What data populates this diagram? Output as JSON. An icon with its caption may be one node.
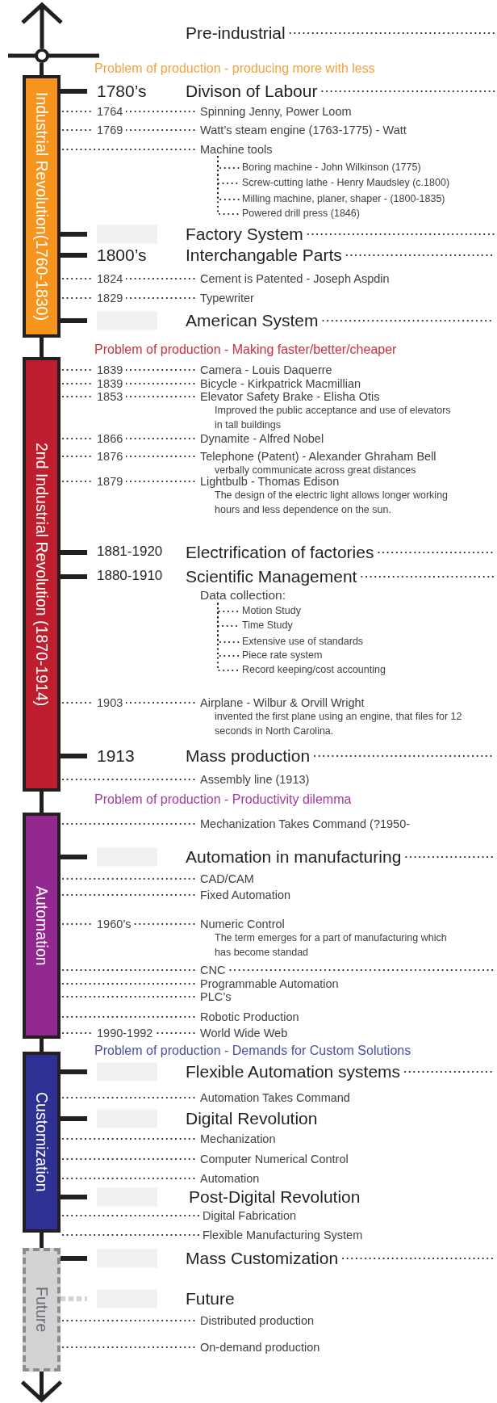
{
  "diagram": {
    "nodes": [
      {
        "text": [
          "Pre-industrial"
        ]
      },
      {
        "text": [],
        "shape": "circle"
      },
      {
        "text": [
          "Industrial Revolution(1760-1830)"
        ]
      },
      {
        "text": [
          "1780’s",
          "Divison of Labour"
        ]
      },
      {
        "text": [
          "Spinning Jenny, Power Loom"
        ]
      },
      {
        "text": [
          "Watt’s steam engine (1763-1775) - Watt"
        ]
      },
      {
        "text": [
          "Machine tools"
        ]
      },
      {
        "text": [
          "Boring machine - John Wilkinson (1775)"
        ]
      },
      {
        "text": [
          "Screw-cutting lathe - Henry Maudsley (c.1800)"
        ]
      },
      {
        "text": [
          "Milling machine, planer, shaper - (1800-1835)"
        ]
      },
      {
        "text": [
          "Powered drill press (1846)"
        ]
      },
      {
        "text": [
          "Factory System"
        ]
      },
      {
        "text": [
          "1800’s",
          "Interchangable Parts"
        ]
      },
      {
        "text": [
          "Cement is Patented - Joseph Aspdin"
        ]
      },
      {
        "text": [
          "Typewriter"
        ]
      },
      {
        "text": [
          "American System"
        ]
      },
      {
        "text": [
          "2nd Industrial Revolution (1870-1914)"
        ]
      },
      {
        "text": [
          "Camera - Louis Daquerre"
        ]
      },
      {
        "text": [
          "Bicycle - Kirkpatrick Macmillian"
        ]
      },
      {
        "text": [
          "Elevator Safety Brake - Elisha Otis"
        ],
        "beside": [
          "Improved the public acceptance and use of elevators in tall buildings"
        ]
      },
      {
        "text": [
          "Dynamite - Alfred Nobel"
        ]
      },
      {
        "text": [
          "Telephone (Patent) - Alexander Ghraham Bell"
        ],
        "beside": [
          "verbally communicate across great distances"
        ]
      },
      {
        "text": [
          "Lightbulb - Thomas Edison"
        ],
        "beside": [
          "The design of the electric light allows longer working hours and less dependence on the sun."
        ]
      },
      {
        "text": [
          "1881-1920",
          "Electrification of factories"
        ]
      },
      {
        "text": [
          "1880-1910",
          "Scientific Management"
        ]
      },
      {
        "text": [
          "Data collection:"
        ]
      },
      {
        "text": [
          "Motion Study"
        ]
      },
      {
        "text": [
          "Time Study"
        ]
      },
      {
        "text": [
          "Extensive use of standards"
        ]
      },
      {
        "text": [
          "Piece rate system"
        ]
      },
      {
        "text": [
          "Record keeping/cost accounting"
        ]
      },
      {
        "text": [
          "Airplane - Wilbur & Orvill Wright"
        ],
        "beside": [
          "invented the first plane using an engine, that files for 12 seconds in North Carolina."
        ]
      },
      {
        "text": [
          "1913",
          "Mass production"
        ]
      },
      {
        "text": [
          "Assembly line (1913)"
        ]
      },
      {
        "text": [
          "Automation"
        ]
      },
      {
        "text": [
          "Mechanization Takes Command (?1950-"
        ]
      },
      {
        "text": [
          "Automation in manufacturing"
        ]
      },
      {
        "text": [
          "CAD/CAM"
        ]
      },
      {
        "text": [
          "Fixed Automation"
        ]
      },
      {
        "text": [
          "Numeric Control"
        ],
        "beside": [
          "The term emerges for a part of manufacturing which has become standad"
        ]
      },
      {
        "text": [
          "CNC"
        ]
      },
      {
        "text": [
          "Programmable Automation"
        ]
      },
      {
        "text": [
          "PLC’s"
        ]
      },
      {
        "text": [
          "Robotic Production"
        ]
      },
      {
        "text": [
          "World Wide Web"
        ]
      },
      {
        "text": [
          "Customization"
        ]
      },
      {
        "text": [
          "Flexible Automation systems"
        ]
      },
      {
        "text": [
          "Automation Takes Command"
        ]
      },
      {
        "text": [
          "Digital Revolution"
        ]
      },
      {
        "text": [
          "Mechanization"
        ]
      },
      {
        "text": [
          "Computer Numerical Control"
        ]
      },
      {
        "text": [
          "Automation"
        ]
      },
      {
        "text": [
          "Post-Digital Revolution"
        ]
      },
      {
        "text": [
          "Digital Fabrication"
        ]
      },
      {
        "text": [
          "Flexible Manufacturing System"
        ]
      },
      {
        "text": [
          "Future"
        ]
      },
      {
        "text": [
          "Mass Customization"
        ]
      },
      {
        "text": [
          "Future"
        ]
      },
      {
        "text": [
          "Distributed production"
        ]
      },
      {
        "text": [
          "On-demand production"
        ]
      }
    ],
    "edges": [
      {
        "from": 1,
        "to": null,
        "arrow": "to",
        "style": "thick"
      },
      {
        "from": 2,
        "to": 1,
        "arrow": "none",
        "style": "thick"
      },
      {
        "from": 0,
        "to": null,
        "arrow": "none",
        "style": "dashed"
      },
      {
        "from": 2,
        "to": 3,
        "arrow": "none",
        "style": "thick"
      },
      {
        "from": 3,
        "to": null,
        "arrow": "none",
        "style": "dashed"
      },
      {
        "from": 2,
        "to": 4,
        "arrow": "none",
        "label": "1764",
        "style": "dashed"
      },
      {
        "from": 2,
        "to": 5,
        "arrow": "none",
        "label": "1769",
        "style": "dashed"
      },
      {
        "from": 2,
        "to": 6,
        "arrow": "none",
        "style": "dashed"
      },
      {
        "from": 6,
        "to": 7,
        "arrow": "none",
        "style": "dashed"
      },
      {
        "from": 6,
        "to": 8,
        "arrow": "none",
        "style": "dashed"
      },
      {
        "from": 6,
        "to": 9,
        "arrow": "none",
        "style": "dashed"
      },
      {
        "from": 6,
        "to": 10,
        "arrow": "none",
        "style": "dashed"
      },
      {
        "from": 2,
        "to": 11,
        "arrow": "none",
        "style": "thick"
      },
      {
        "from": 11,
        "to": null,
        "arrow": "none",
        "style": "dashed"
      },
      {
        "from": 2,
        "to": 12,
        "arrow": "none",
        "style": "thick"
      },
      {
        "from": 12,
        "to": null,
        "arrow": "none",
        "style": "dashed"
      },
      {
        "from": 2,
        "to": 13,
        "arrow": "none",
        "label": "1824",
        "style": "dashed"
      },
      {
        "from": 2,
        "to": 14,
        "arrow": "none",
        "label": "1829",
        "style": "dashed"
      },
      {
        "from": 2,
        "to": 15,
        "arrow": "none",
        "style": "thick"
      },
      {
        "from": 15,
        "to": null,
        "arrow": "none",
        "style": "dashed"
      },
      {
        "from": 2,
        "to": 16,
        "arrow": "none",
        "style": "thick"
      },
      {
        "from": 16,
        "to": 17,
        "arrow": "none",
        "label": "1839",
        "style": "dashed"
      },
      {
        "from": 16,
        "to": 18,
        "arrow": "none",
        "label": "1839",
        "style": "dashed"
      },
      {
        "from": 16,
        "to": 19,
        "arrow": "none",
        "label": "1853",
        "style": "dashed"
      },
      {
        "from": 16,
        "to": 20,
        "arrow": "none",
        "label": "1866",
        "style": "dashed"
      },
      {
        "from": 16,
        "to": 21,
        "arrow": "none",
        "label": "1876",
        "style": "dashed"
      },
      {
        "from": 16,
        "to": 22,
        "arrow": "none",
        "label": "1879",
        "style": "dashed"
      },
      {
        "from": 16,
        "to": 23,
        "arrow": "none",
        "style": "thick"
      },
      {
        "from": 23,
        "to": null,
        "arrow": "none",
        "style": "dashed"
      },
      {
        "from": 16,
        "to": 24,
        "arrow": "none",
        "style": "thick"
      },
      {
        "from": 24,
        "to": null,
        "arrow": "none",
        "style": "dashed"
      },
      {
        "from": 25,
        "to": 26,
        "arrow": "none",
        "style": "dashed"
      },
      {
        "from": 25,
        "to": 27,
        "arrow": "none",
        "style": "dashed"
      },
      {
        "from": 25,
        "to": 28,
        "arrow": "none",
        "style": "dashed"
      },
      {
        "from": 25,
        "to": 29,
        "arrow": "none",
        "style": "dashed"
      },
      {
        "from": 25,
        "to": 30,
        "arrow": "none",
        "style": "dashed"
      },
      {
        "from": 16,
        "to": 31,
        "arrow": "none",
        "label": "1903",
        "style": "dashed"
      },
      {
        "from": 16,
        "to": 32,
        "arrow": "none",
        "style": "thick"
      },
      {
        "from": 32,
        "to": null,
        "arrow": "none",
        "style": "dashed"
      },
      {
        "from": 16,
        "to": 33,
        "arrow": "none",
        "style": "dashed"
      },
      {
        "from": 16,
        "to": 34,
        "arrow": "none",
        "style": "thick"
      },
      {
        "from": 34,
        "to": 35,
        "arrow": "none",
        "style": "dashed"
      },
      {
        "from": 34,
        "to": 36,
        "arrow": "none",
        "style": "thick"
      },
      {
        "from": 36,
        "to": null,
        "arrow": "none",
        "style": "dashed"
      },
      {
        "from": 34,
        "to": 37,
        "arrow": "none",
        "style": "dashed"
      },
      {
        "from": 34,
        "to": 38,
        "arrow": "none",
        "style": "dashed"
      },
      {
        "from": 34,
        "to": 39,
        "arrow": "none",
        "label": "1960’s",
        "style": "dashed"
      },
      {
        "from": 34,
        "to": 40,
        "arrow": "none",
        "style": "dashed"
      },
      {
        "from": 40,
        "to": null,
        "arrow": "none",
        "style": "dashed"
      },
      {
        "from": 34,
        "to": 41,
        "arrow": "none",
        "style": "dashed"
      },
      {
        "from": 34,
        "to": 42,
        "arrow": "none",
        "style": "dashed"
      },
      {
        "from": 34,
        "to": 43,
        "arrow": "none",
        "style": "dashed"
      },
      {
        "from": 34,
        "to": 44,
        "arrow": "none",
        "label": "1990-1992",
        "style": "dashed"
      },
      {
        "from": 34,
        "to": 45,
        "arrow": "none",
        "style": "thick"
      },
      {
        "from": 45,
        "to": 46,
        "arrow": "none",
        "style": "thick"
      },
      {
        "from": 46,
        "to": null,
        "arrow": "none",
        "style": "dashed"
      },
      {
        "from": 45,
        "to": 47,
        "arrow": "none",
        "style": "dashed"
      },
      {
        "from": 45,
        "to": 48,
        "arrow": "none",
        "style": "thick"
      },
      {
        "from": 45,
        "to": 49,
        "arrow": "none",
        "style": "dashed"
      },
      {
        "from": 45,
        "to": 50,
        "arrow": "none",
        "style": "dashed"
      },
      {
        "from": 45,
        "to": 51,
        "arrow": "none",
        "style": "dashed"
      },
      {
        "from": 45,
        "to": 52,
        "arrow": "none",
        "style": "thick"
      },
      {
        "from": 45,
        "to": 53,
        "arrow": "none",
        "style": "dashed"
      },
      {
        "from": 45,
        "to": 54,
        "arrow": "none",
        "style": "dashed"
      },
      {
        "from": 45,
        "to": 55,
        "arrow": "none",
        "style": "thick"
      },
      {
        "from": 55,
        "to": 56,
        "arrow": "none",
        "style": "thick"
      },
      {
        "from": 56,
        "to": null,
        "arrow": "none",
        "style": "dashed"
      },
      {
        "from": 55,
        "to": 57,
        "arrow": "none",
        "style": "dashed",
        "color": "#d1d3d4"
      },
      {
        "from": 55,
        "to": 58,
        "arrow": "none",
        "style": "dashed"
      },
      {
        "from": 55,
        "to": 59,
        "arrow": "none",
        "style": "dashed"
      },
      {
        "from": 55,
        "to": null,
        "arrow": "to",
        "style": "thick"
      }
    ],
    "labels": [
      "Problem of production - producing more with less",
      "Problem of production - Making faster/better/cheaper",
      "Problem of production - Productivity dilemma",
      "Problem of production - Demands for Custom Solutions"
    ]
  }
}
